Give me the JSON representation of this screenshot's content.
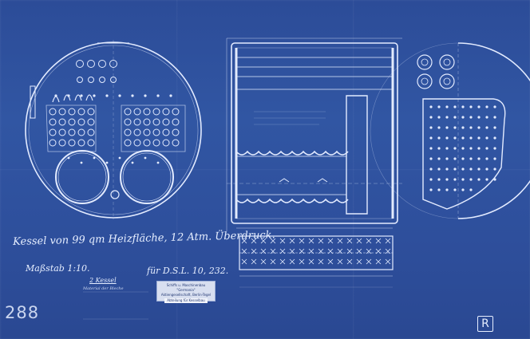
{
  "title": "Kessel von 99 qm Heizfläche, 12 Atm. Überdruck.",
  "scale": "Maßstab 1:10.",
  "order": "für D.S.L. 10, 232.",
  "legend": {
    "heading": "2 Kessel",
    "subheading": "Material der Bleche"
  },
  "stamp": {
    "line1": "Schiffs u. Maschinenbau \"Germania\"",
    "line2": "Aktiengesellschaft, Berlin-Tegel",
    "line3": "Abteilung für Kesselbau"
  },
  "sheet_number": "288",
  "corner_badge": "R",
  "colors": {
    "paper": "#2f4f9a",
    "ink": "#e3ebff",
    "stamp": "#d8dff0"
  }
}
